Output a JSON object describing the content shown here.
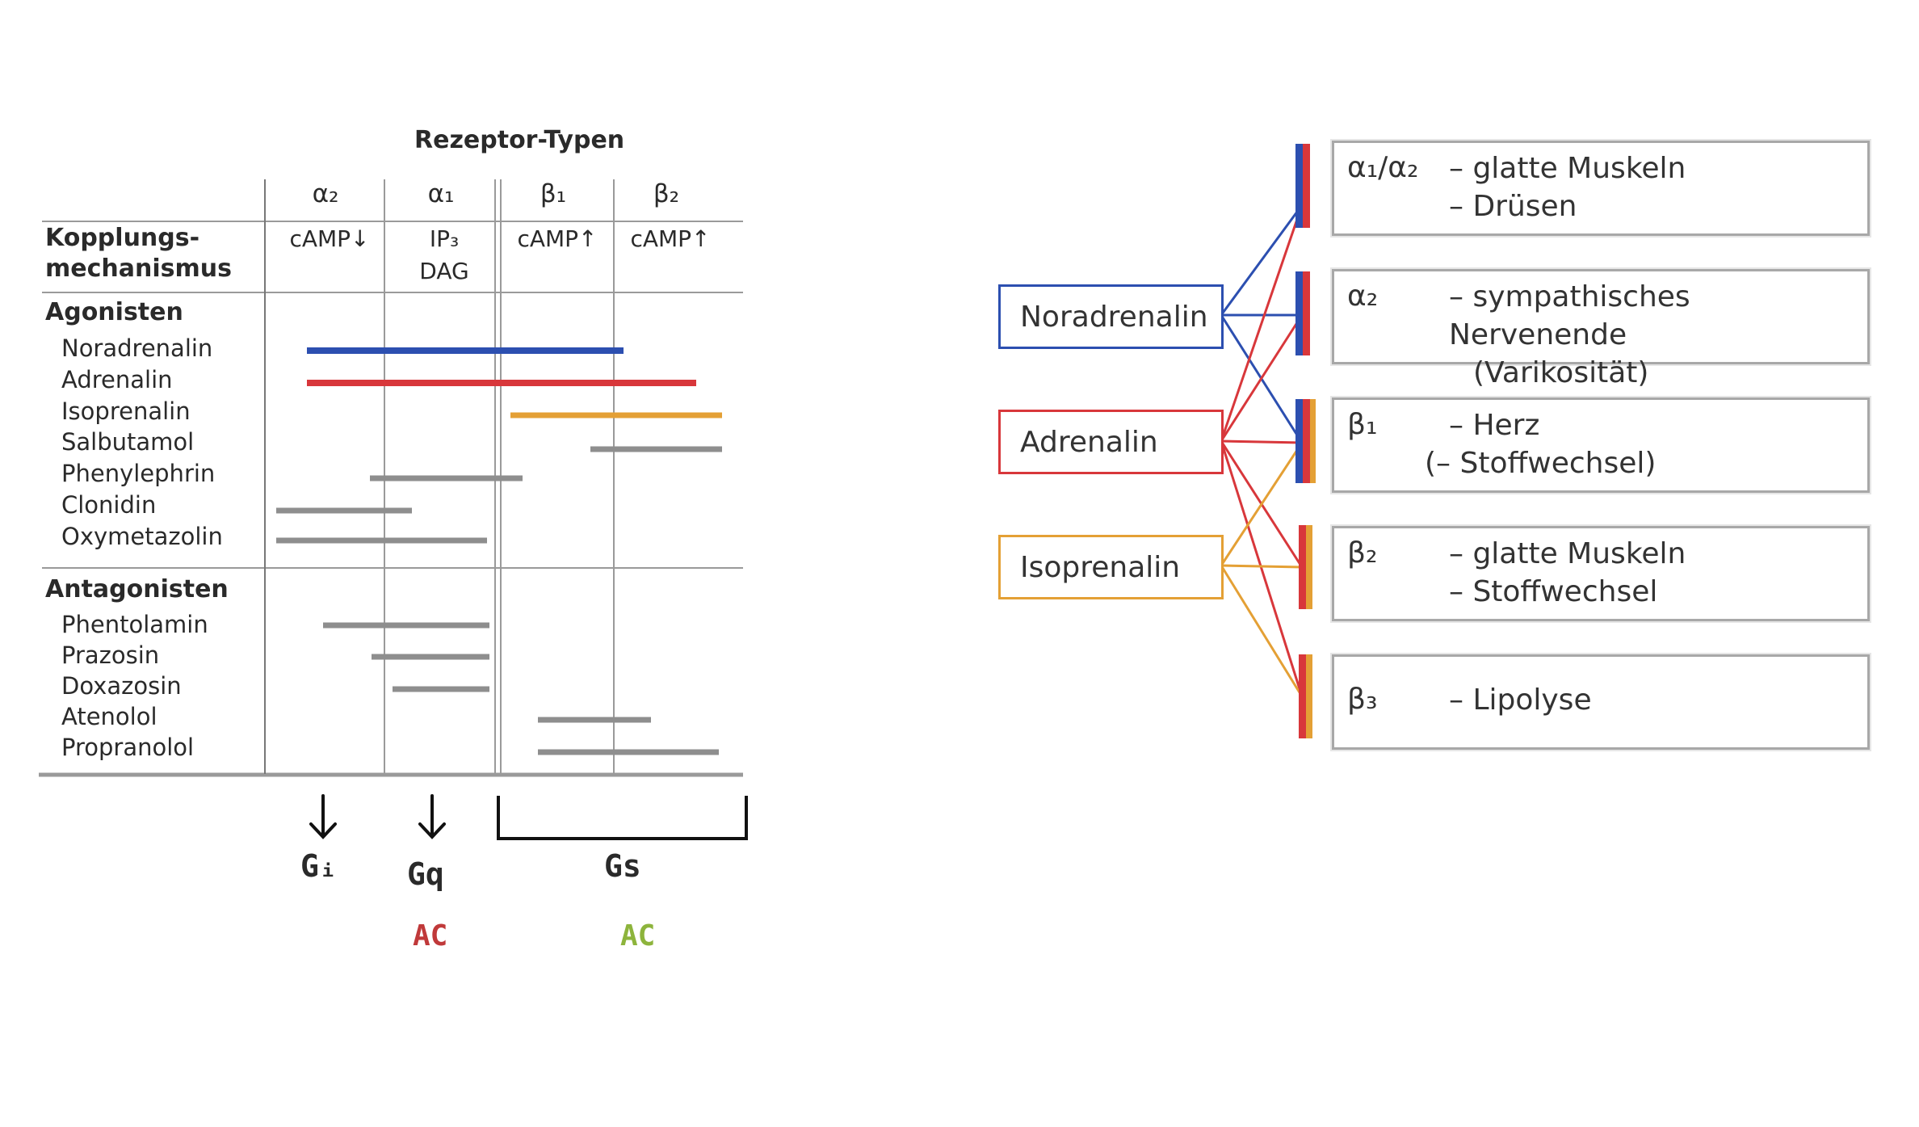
{
  "table": {
    "title": "Rezeptor-Typen",
    "columns": [
      "α₂",
      "α₁",
      "β₁",
      "β₂"
    ],
    "coupling_label": [
      "Kopplungs-",
      "mechanismus"
    ],
    "coupling": [
      [
        "cAMP↓"
      ],
      [
        "IP₃",
        "DAG"
      ],
      [
        "cAMP↑"
      ],
      [
        "cAMP↑"
      ]
    ],
    "agonists_label": "Agonisten",
    "agonists": [
      "Noradrenalin",
      "Adrenalin",
      "Isoprenalin",
      "Salbutamol",
      "Phenylephrin",
      "Clonidin",
      "Oxymetazolin"
    ],
    "antagonists_label": "Antagonisten",
    "antagonists": [
      "Phentolamin",
      "Prazosin",
      "Doxazosin",
      "Atenolol",
      "Propranolol"
    ]
  },
  "annotations": {
    "gi": "Gᵢ",
    "gq": "Gq",
    "gs": "Gs",
    "ac_q": "AC",
    "ac_s": "AC"
  },
  "colors": {
    "blue": "#2c4fb0",
    "red": "#d8373b",
    "orange": "#e4a035",
    "gray": "#8e8e8e",
    "ac_q": "#c0393a",
    "ac_s": "#8db43c"
  },
  "diagram": {
    "sources": [
      "Noradrenalin",
      "Adrenalin",
      "Isoprenalin"
    ],
    "receptors": [
      {
        "symbol": "α₁/α₂",
        "lines": [
          "– glatte Muskeln",
          "– Drüsen"
        ]
      },
      {
        "symbol": "α₂",
        "lines": [
          "– sympathisches Nervenende",
          "(Varikosität)"
        ]
      },
      {
        "symbol": "β₁",
        "lines": [
          "– Herz",
          "(– Stoffwechsel)"
        ]
      },
      {
        "symbol": "β₂",
        "lines": [
          "– glatte Muskeln",
          "– Stoffwechsel"
        ]
      },
      {
        "symbol": "β₃",
        "lines": [
          "– Lipolyse"
        ]
      }
    ]
  }
}
